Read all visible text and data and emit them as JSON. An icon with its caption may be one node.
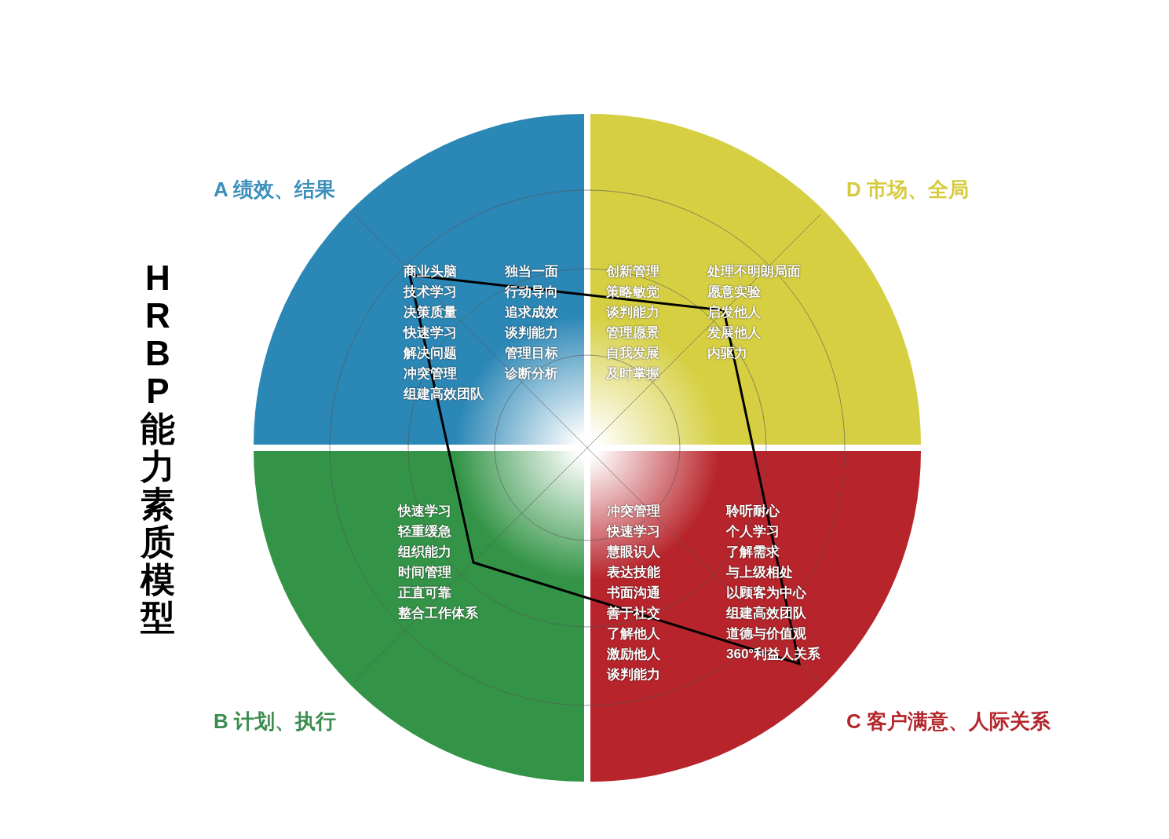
{
  "diagram": {
    "title": "HRBP能力素质模型",
    "nodes": [
      {
        "text": [
          "A 绩效、结果",
          "商业头脑",
          "技术学习",
          "决策质量",
          "快速学习",
          "解决问题",
          "冲突管理",
          "组建高效团队",
          "独当一面",
          "行动导向",
          "追求成效",
          "谈判能力",
          "管理目标",
          "诊断分析"
        ]
      },
      {
        "text": [
          "D 市场、全局",
          "创新管理",
          "策略敏觉",
          "谈判能力",
          "管理愿景",
          "自我发展",
          "及时掌握",
          "处理不明朗局面",
          "愿意实验",
          "启发他人",
          "发展他人",
          "内驱力"
        ]
      },
      {
        "text": [
          "B 计划、执行",
          "快速学习",
          "轻重缓急",
          "组织能力",
          "时间管理",
          "正直可靠",
          "整合工作体系"
        ]
      },
      {
        "text": [
          "C 客户满意、人际关系",
          "冲突管理",
          "快速学习",
          "慧眼识人",
          "表达技能",
          "书面沟通",
          "善于社交",
          "了解他人",
          "激励他人",
          "谈判能力",
          "聆听耐心",
          "个人学习",
          "了解需求",
          "与上级相处",
          "以顾客为中心",
          "组建高效团队",
          "道德与价值观",
          "360°利益人关系"
        ]
      }
    ],
    "edges": []
  }
}
